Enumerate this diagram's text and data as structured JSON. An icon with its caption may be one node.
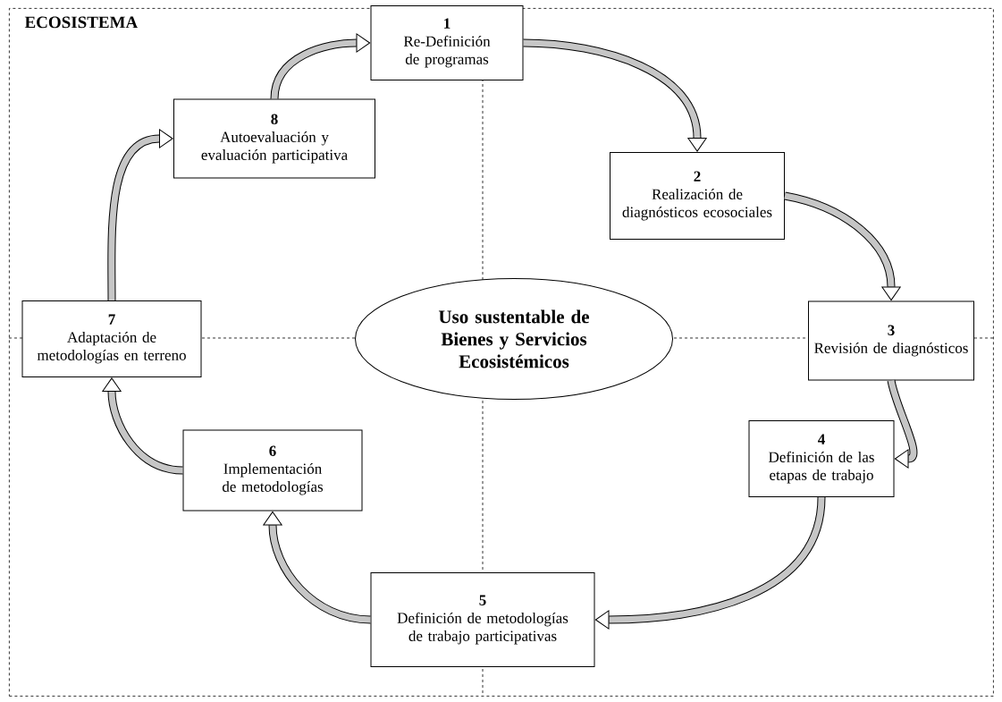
{
  "diagram": {
    "nodes": [
      {
        "text": [
          "ECOSISTEMA"
        ]
      },
      {
        "text": [
          "1",
          "Re-Definición de programas"
        ],
        "in": 0
      },
      {
        "text": [
          "2",
          "Realización de diagnósticos ecosociales"
        ],
        "in": 0
      },
      {
        "text": [
          "3",
          "Revisión de diagnósticos"
        ],
        "in": 0
      },
      {
        "text": [
          "4",
          "Definición de las etapas de trabajo"
        ],
        "in": 0
      },
      {
        "text": [
          "5",
          "Definición de metodologías de trabajo participativas"
        ],
        "in": 0
      },
      {
        "text": [
          "6",
          "Implementación de metodologías"
        ],
        "in": 0
      },
      {
        "text": [
          "7",
          "Adaptación de metodologías en terreno"
        ],
        "in": 0
      },
      {
        "text": [
          "8",
          "Autoevaluación y evaluación participativa"
        ],
        "in": 0
      },
      {
        "text": [
          "Uso sustentable de Bienes y Servicios Ecosistémicos"
        ],
        "in": 0
      }
    ],
    "edges": [
      {
        "from": 1,
        "to": 2,
        "arrow": "to"
      },
      {
        "from": 2,
        "to": 3,
        "arrow": "to"
      },
      {
        "from": 3,
        "to": 4,
        "arrow": "to"
      },
      {
        "from": 4,
        "to": 5,
        "arrow": "to"
      },
      {
        "from": 5,
        "to": 6,
        "arrow": "to"
      },
      {
        "from": 6,
        "to": 7,
        "arrow": "to"
      },
      {
        "from": 7,
        "to": 8,
        "arrow": "to"
      },
      {
        "from": 8,
        "to": 1,
        "arrow": "to"
      }
    ]
  }
}
